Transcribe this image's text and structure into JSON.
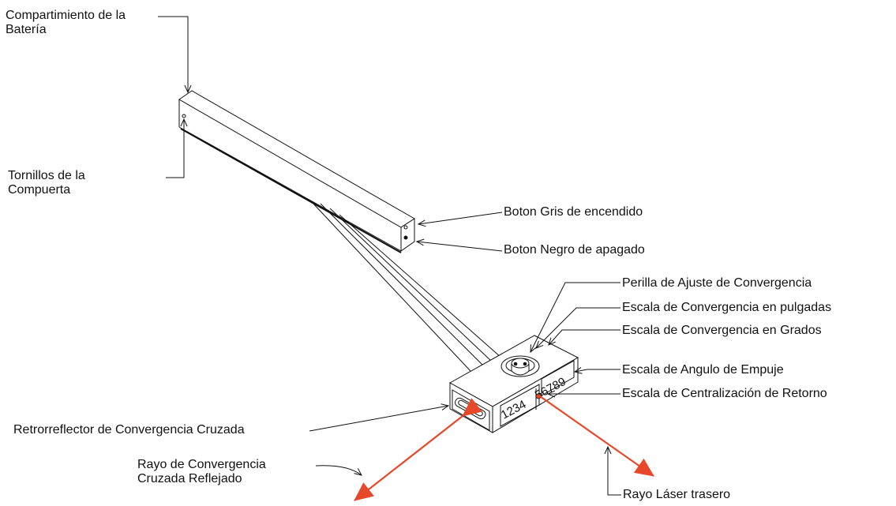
{
  "labels": {
    "battery_compartment": [
      "Compartimiento de la",
      "Batería"
    ],
    "door_screws": [
      "Tornillos de la",
      "Compuerta"
    ],
    "gray_power_button": "Boton Gris de encendido",
    "black_off_button": "Boton Negro de apagado",
    "convergence_knob": "Perilla de Ajuste de Convergencia",
    "convergence_scale_inches": "Escala de Convergencia en pulgadas",
    "convergence_scale_degrees": "Escala de Convergencia en Grados",
    "thrust_angle_scale": "Escala de Angulo de Empuje",
    "return_centering_scale": "Escala de Centralización de Retorno",
    "cross_convergence_retroreflector": "Retrorreflector de Convergencia Cruzada",
    "reflected_cross_beam": [
      "Rayo de Convergencia",
      "Cruzada Reflejado"
    ],
    "rear_laser_beam": "Rayo Láser trasero"
  },
  "scale_digits": {
    "left": "1234",
    "right": "56789"
  },
  "colors": {
    "line": "#111111",
    "laser": "#e8482a",
    "background": "#ffffff"
  }
}
